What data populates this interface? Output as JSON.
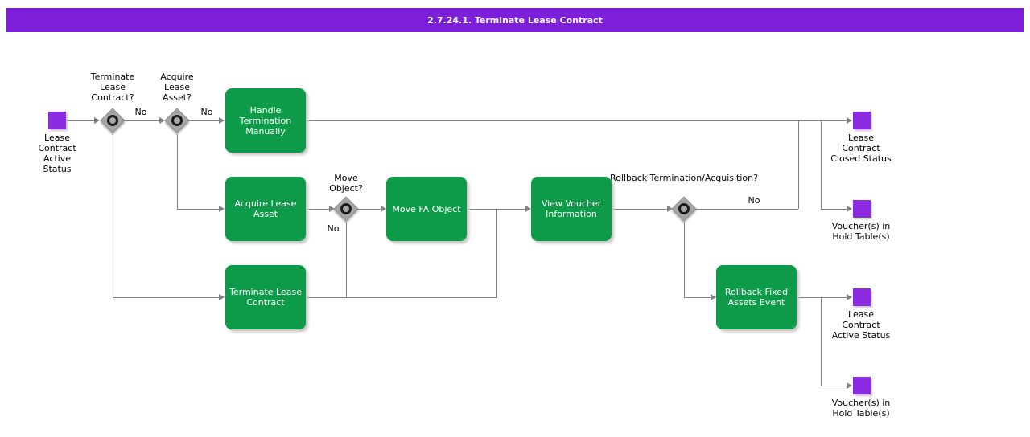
{
  "title": "2.7.24.1. Terminate Lease Contract",
  "colors": {
    "title_bar_purple": "#7d1fd9",
    "task_green": "#0e9b49",
    "event_purple": "#8c2be2",
    "connector_gray": "#808080",
    "gateway_gray": "#a6a6a6"
  },
  "events": {
    "start": {
      "label": "Lease Contract Active Status"
    },
    "ends": [
      {
        "label": "Lease Contract Closed Status"
      },
      {
        "label": "Voucher(s) in Hold Table(s)"
      },
      {
        "label": "Lease Contract Active Status"
      },
      {
        "label": "Voucher(s) in Hold Table(s)"
      }
    ]
  },
  "tasks": [
    {
      "label": "Handle Termination Manually"
    },
    {
      "label": "Acquire Lease Asset"
    },
    {
      "label": "Move FA Object"
    },
    {
      "label": "View Voucher Information"
    },
    {
      "label": "Terminate Lease Contract"
    },
    {
      "label": "Rollback Fixed Assets Event"
    }
  ],
  "decisions": [
    {
      "label": "Terminate Lease Contract?",
      "no_label": "No"
    },
    {
      "label": "Acquire Lease Asset?",
      "no_label": "No"
    },
    {
      "label": "Move Object?",
      "no_label": "No"
    },
    {
      "label": "Rollback Termination/Acquisition?",
      "no_label": "No"
    }
  ]
}
